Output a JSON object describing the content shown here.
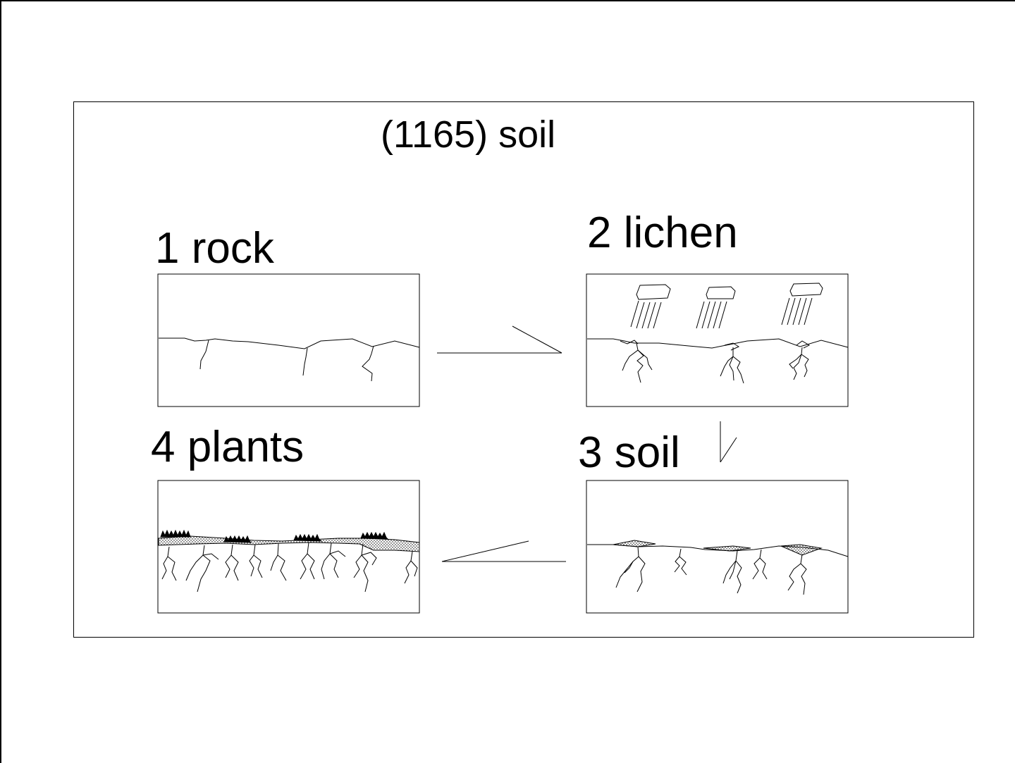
{
  "title": "(1165) soil",
  "steps": [
    {
      "number": 1,
      "label": "1 rock"
    },
    {
      "number": 2,
      "label": "2 lichen"
    },
    {
      "number": 3,
      "label": "3 soil"
    },
    {
      "number": 4,
      "label": "4 plants"
    }
  ]
}
